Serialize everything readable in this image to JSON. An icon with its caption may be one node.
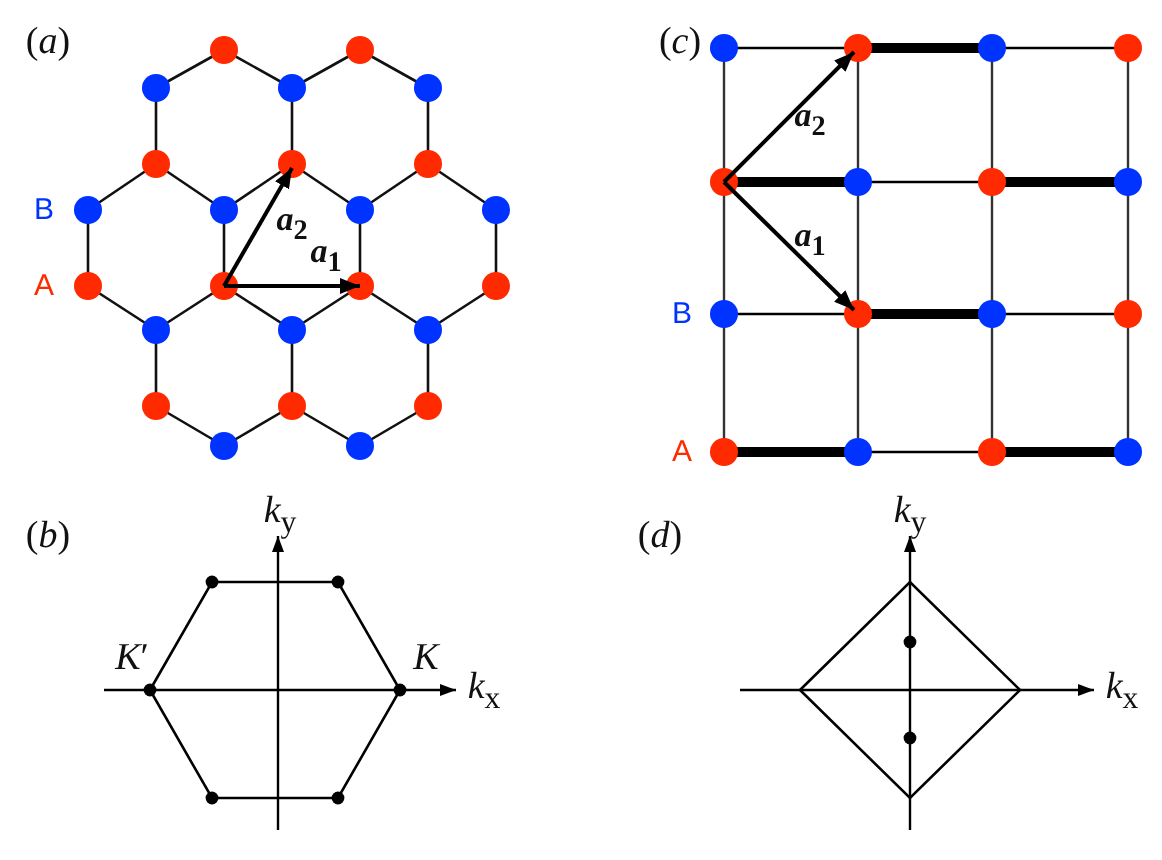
{
  "diagram": {
    "labels": [
      "(*a*)",
      "B",
      "A",
      "*a*$_{2}$",
      "*a*$_{1}$",
      "(*c*)",
      "*a*$_{2}$",
      "*a*$_{1}$",
      "B",
      "A",
      "(*b*)",
      "*k*$_{y}$",
      "*K*′",
      "*K*",
      "*k*$_{x}$",
      "(*d*)",
      "*k*$_{y}$",
      "*k*$_{x}$"
    ]
  }
}
